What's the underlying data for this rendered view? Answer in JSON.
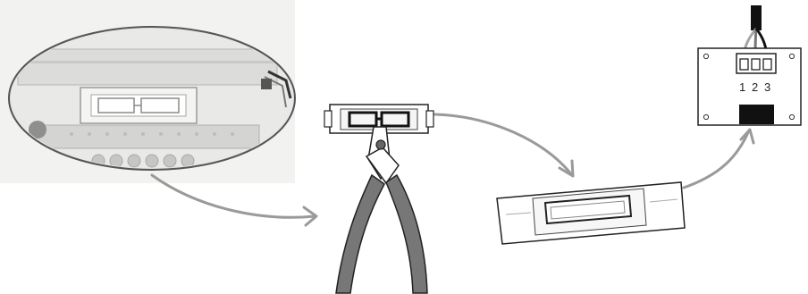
{
  "diagram": {
    "steps": [
      {
        "name": "device-closeup",
        "caption": ""
      },
      {
        "name": "cutting-pliers",
        "caption": ""
      },
      {
        "name": "removed-bracket",
        "caption": ""
      },
      {
        "name": "connector-board",
        "caption": ""
      }
    ],
    "connector": {
      "pin_labels": [
        "1",
        "2",
        "3"
      ]
    },
    "colors": {
      "arrow": "#9a9a9a",
      "plier_handle": "#777777",
      "plier_outline": "#222222",
      "line_art": "#333333",
      "photo_bg": "#e6e6e4"
    }
  }
}
